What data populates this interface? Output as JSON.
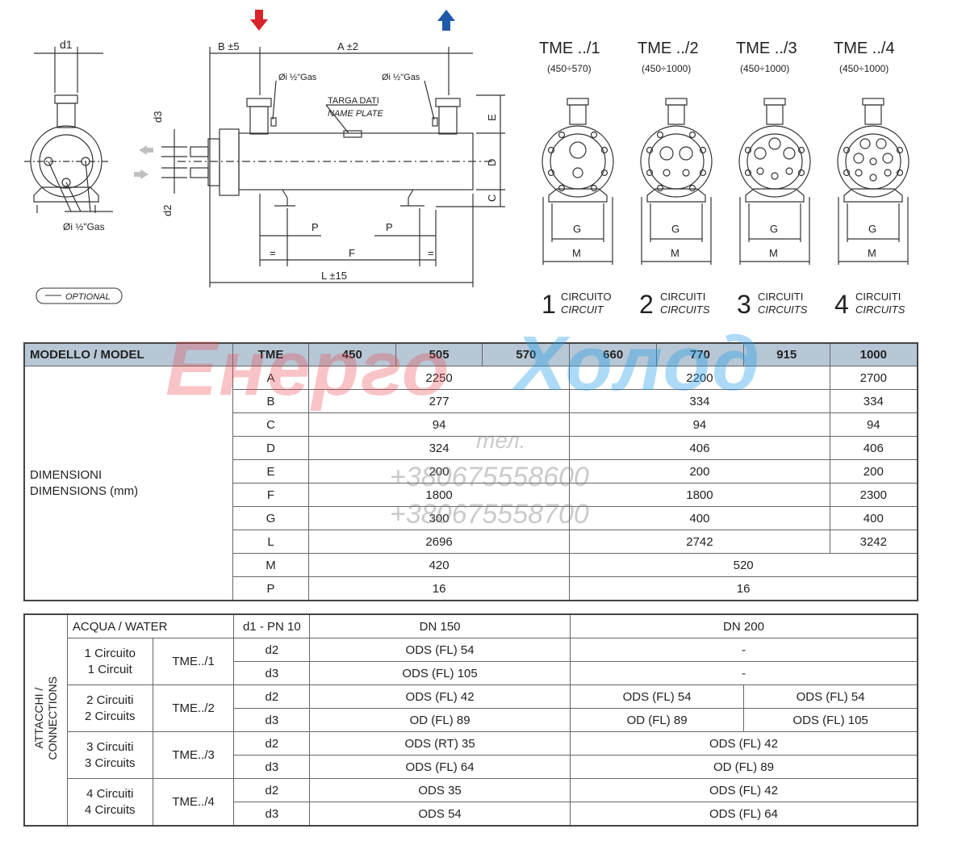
{
  "drawing": {
    "front_view": {
      "d1": "d1",
      "connection": "Øi ½\"Gas"
    },
    "side_view": {
      "b": "B ±5",
      "a": "A ±2",
      "conn_left": "Øi ½\"Gas",
      "conn_right": "Øi ½\"Gas",
      "plate1": "TARGA DATI",
      "plate2": "NAME PLATE",
      "d3": "d3",
      "d2": "d2",
      "e": "E",
      "d": "D",
      "c": "C",
      "p1": "P",
      "p2": "P",
      "eq1": "=",
      "f": "F",
      "eq2": "=",
      "l": "L ±15"
    },
    "optional": "OPTIONAL",
    "variants": [
      {
        "title": "TME ../1",
        "range": "(450÷570)",
        "num": "1",
        "it": "CIRCUITO",
        "en": "CIRCUIT",
        "g": "G",
        "m": "M"
      },
      {
        "title": "TME ../2",
        "range": "(450÷1000)",
        "num": "2",
        "it": "CIRCUITI",
        "en": "CIRCUITS",
        "g": "G",
        "m": "M"
      },
      {
        "title": "TME ../3",
        "range": "(450÷1000)",
        "num": "3",
        "it": "CIRCUITI",
        "en": "CIRCUITS",
        "g": "G",
        "m": "M"
      },
      {
        "title": "TME ../4",
        "range": "(450÷1000)",
        "num": "4",
        "it": "CIRCUITI",
        "en": "CIRCUITS",
        "g": "G",
        "m": "M"
      }
    ]
  },
  "watermark": {
    "brand_red": "Енерго",
    "brand_blue": "Холод",
    "tel": "тел.",
    "phone1": "+380675558600",
    "phone2": "+380675558700"
  },
  "dimensions": {
    "header": {
      "model": "MODELLO / MODEL",
      "tme": "TME",
      "models": [
        "450",
        "505",
        "570",
        "660",
        "770",
        "915",
        "1000"
      ]
    },
    "group_it": "DIMENSIONI",
    "group_en": "DIMENSIONS (mm)",
    "rows": [
      {
        "label": "A",
        "g1": "2250",
        "g2": "2200",
        "g3": "2700"
      },
      {
        "label": "B",
        "g1": "277",
        "g2": "334",
        "g3": "334"
      },
      {
        "label": "C",
        "g1": "94",
        "g2": "94",
        "g3": "94"
      },
      {
        "label": "D",
        "g1": "324",
        "g2": "406",
        "g3": "406"
      },
      {
        "label": "E",
        "g1": "200",
        "g2": "200",
        "g3": "200"
      },
      {
        "label": "F",
        "g1": "1800",
        "g2": "1800",
        "g3": "2300"
      },
      {
        "label": "G",
        "g1": "300",
        "g2": "400",
        "g3": "400"
      },
      {
        "label": "L",
        "g1": "2696",
        "g2": "2742",
        "g3": "3242"
      },
      {
        "label": "M",
        "g1": "420",
        "g23": "520"
      },
      {
        "label": "P",
        "g1": "16",
        "g23": "16"
      }
    ]
  },
  "connections": {
    "group_1": "ATTACCHI /",
    "group_2": "CONNECTIONS",
    "water": {
      "label": "ACQUA / WATER",
      "param": "d1 - PN 10",
      "v1": "DN 150",
      "v2": "DN 200"
    },
    "circuits": [
      {
        "it": "1 Circuito",
        "en": "1 Circuit",
        "model": "TME../1",
        "d2": {
          "param": "d2",
          "v1": "ODS (FL) 54",
          "v2": "-"
        },
        "d3": {
          "param": "d3",
          "v1": "ODS (FL) 105",
          "v2": "-"
        }
      },
      {
        "it": "2 Circuiti",
        "en": "2 Circuits",
        "model": "TME../2",
        "d2": {
          "param": "d2",
          "v1": "ODS (FL) 42",
          "v2": "ODS (FL) 54",
          "v3": "ODS (FL) 54"
        },
        "d3": {
          "param": "d3",
          "v1": "OD (FL) 89",
          "v2": "OD (FL) 89",
          "v3": "ODS (FL) 105"
        }
      },
      {
        "it": "3 Circuiti",
        "en": "3 Circuits",
        "model": "TME../3",
        "d2": {
          "param": "d2",
          "v1": "ODS (RT) 35",
          "v2": "ODS (FL) 42"
        },
        "d3": {
          "param": "d3",
          "v1": "ODS (FL) 64",
          "v2": "OD (FL) 89"
        }
      },
      {
        "it": "4 Circuiti",
        "en": "4 Circuits",
        "model": "TME../4",
        "d2": {
          "param": "d2",
          "v1": "ODS 35",
          "v2": "ODS (FL) 42"
        },
        "d3": {
          "param": "d3",
          "v1": "ODS 54",
          "v2": "ODS (FL) 64"
        }
      }
    ]
  }
}
